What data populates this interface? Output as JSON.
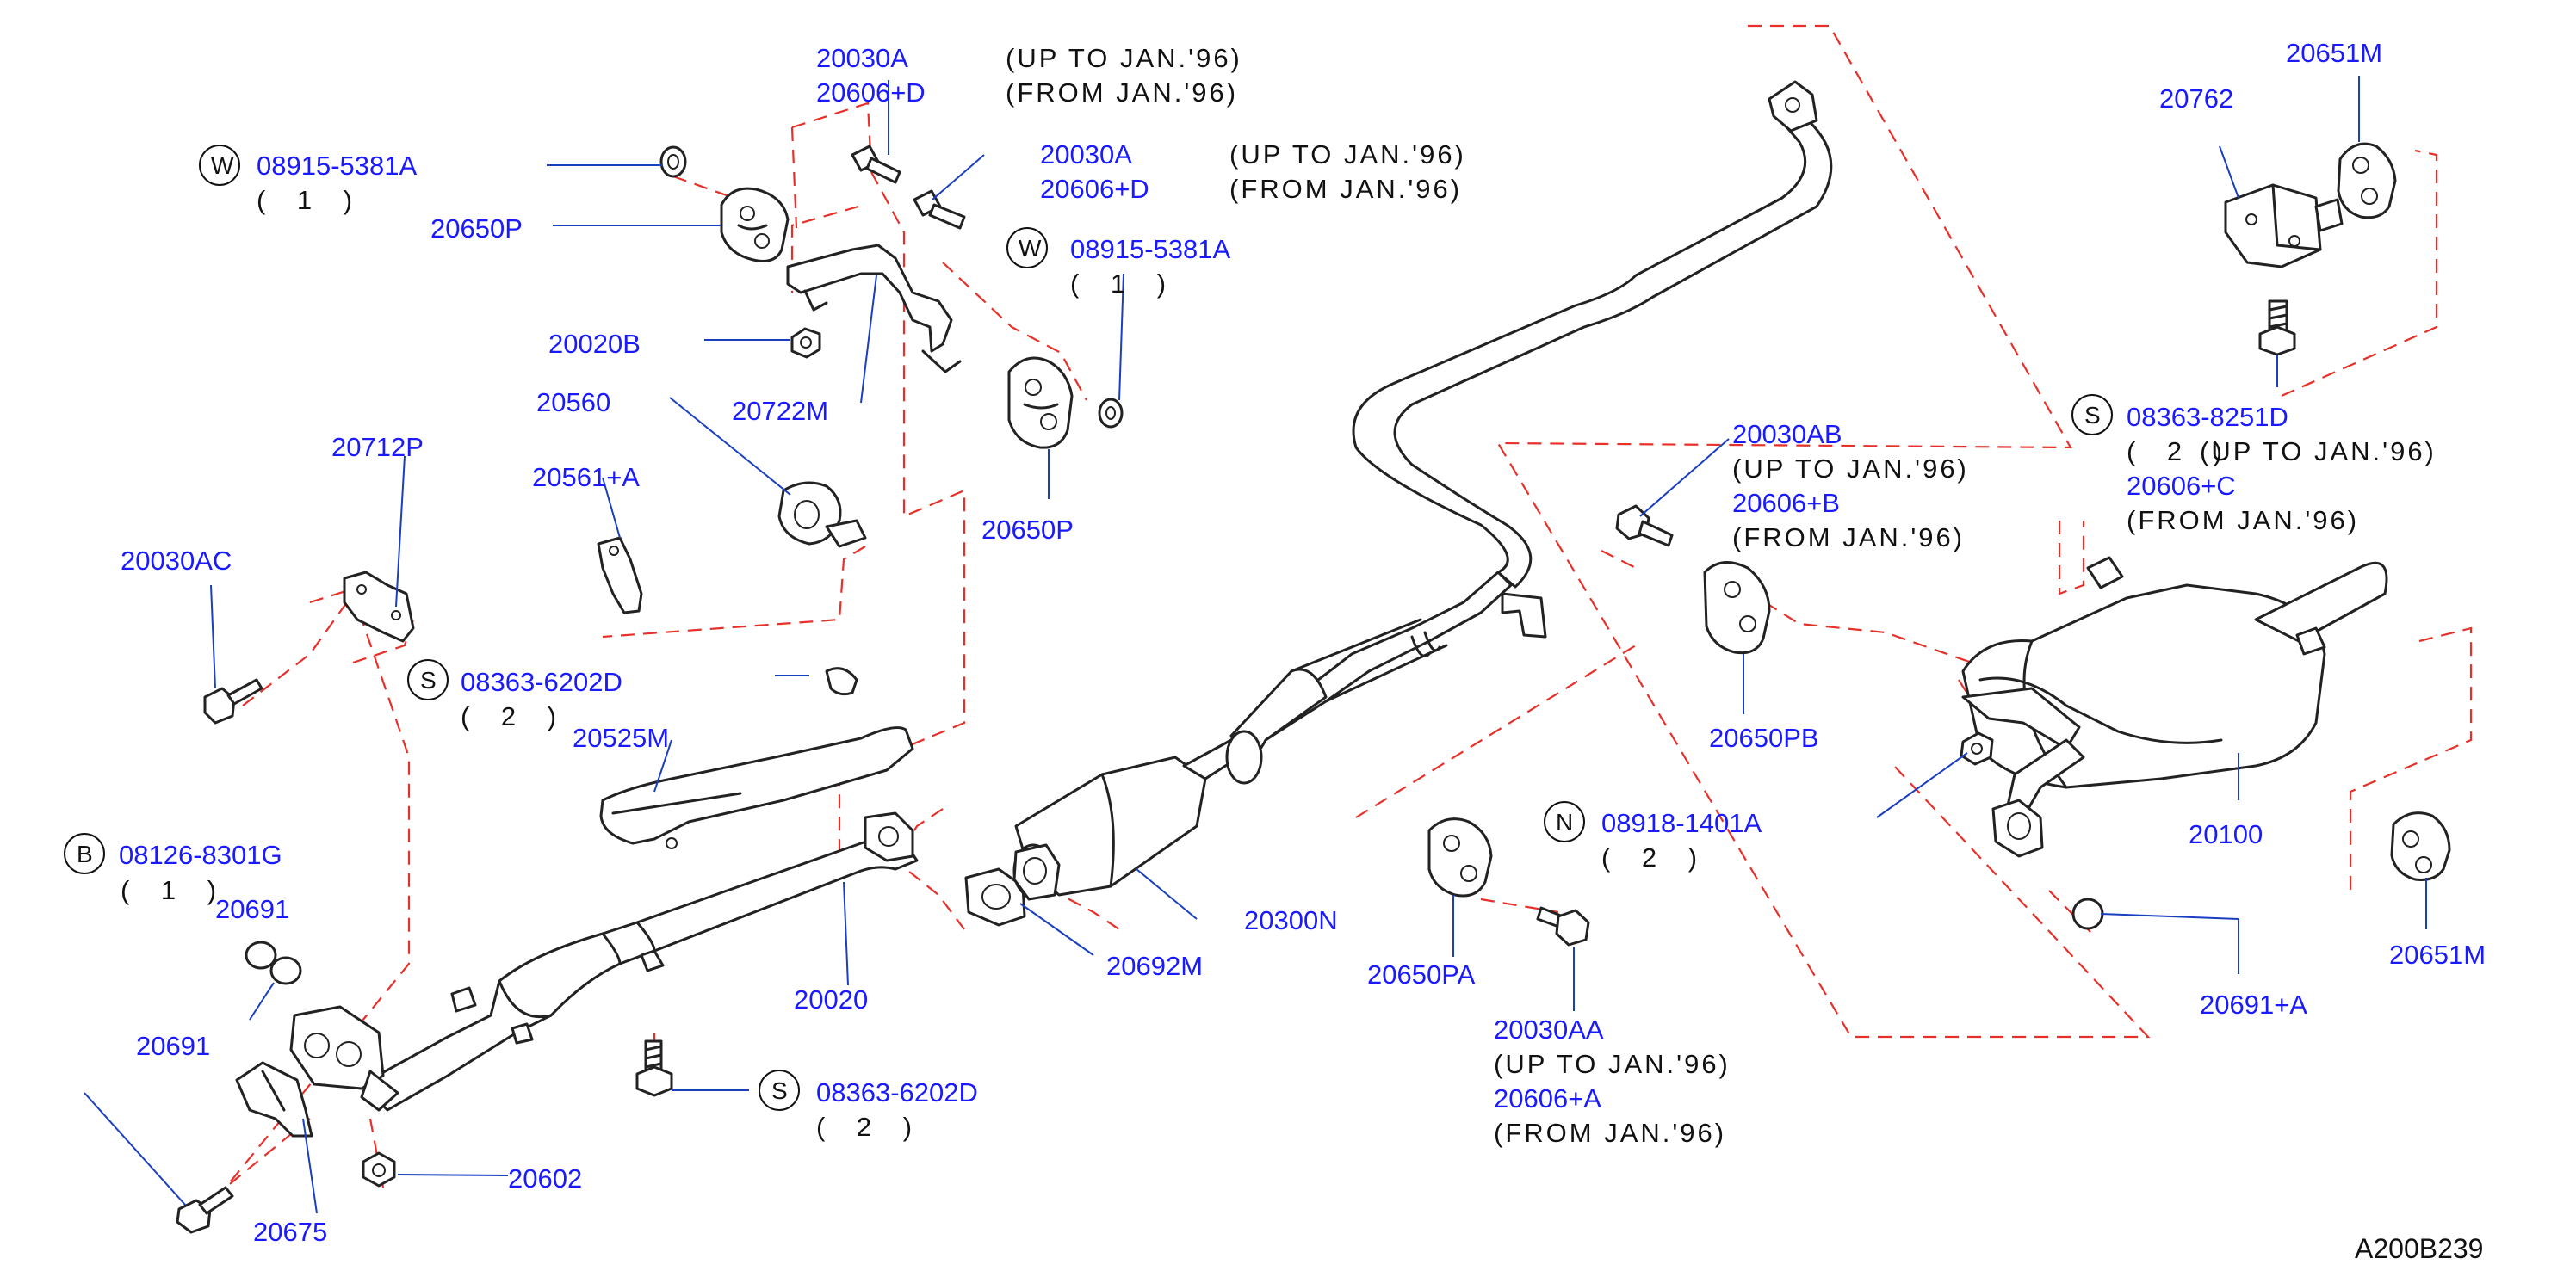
{
  "diagram_code": "A200B239",
  "parts": {
    "p20030A_top": "20030A",
    "p20606D_top": "20606+D",
    "note_up_top": "(UP  TO  JAN.'96)",
    "note_from_top": "(FROM  JAN.'96)",
    "p08915_left": "08915-5381A",
    "qty1_left": "( 1 )",
    "p20650P_left": "20650P",
    "p20030A_mid": "20030A",
    "p20606D_mid": "20606+D",
    "note_up_mid": "(UP  TO  JAN.'96)",
    "note_from_mid": "(FROM  JAN.'96)",
    "p08915_right": "08915-5381A",
    "qty1_right": "( 1 )",
    "p20020B": "20020B",
    "p20722M": "20722M",
    "p20560": "20560",
    "p20561A": "20561+A",
    "p20650P_right": "20650P",
    "p20712P": "20712P",
    "p20030AC": "20030AC",
    "p08363_6202_left": "08363-6202D",
    "qty2_left": "( 2 )",
    "p20525M": "20525M",
    "p08126": "08126-8301G",
    "qty1_b": "( 1 )",
    "p20691_a": "20691",
    "p20691_b": "20691",
    "p20675": "20675",
    "p20602": "20602",
    "p20020": "20020",
    "p08363_6202": "08363-6202D",
    "qty2_s": "( 2 )",
    "p20692M": "20692M",
    "p20300N": "20300N",
    "p20650PA": "20650PA",
    "p20030AA": "20030AA",
    "note_up_aa": "(UP  TO  JAN.'96)",
    "p20606A": "20606+A",
    "note_from_aa": "(FROM  JAN.'96)",
    "p08918": "08918-1401A",
    "qty2_n": "( 2 )",
    "p20030AB": "20030AB",
    "note_up_ab": "(UP  TO  JAN.'96)",
    "p20606B": "20606+B",
    "note_from_ab": "(FROM  JAN.'96)",
    "p20650PB": "20650PB",
    "p20762": "20762",
    "p20651M_top": "20651M",
    "p08363_8251": "08363-8251D",
    "qty2_8251": "( 2 )",
    "note_up_8251": "(UP  TO  JAN.'96)",
    "p20606C": "20606+C",
    "note_from_8251": "(FROM  JAN.'96)",
    "p20100": "20100",
    "p20691A": "20691+A",
    "p20651M_bottom": "20651M"
  },
  "symbols": {
    "washer": "W",
    "screw": "S",
    "bolt": "B",
    "nut": "N"
  },
  "colors": {
    "part_number": "#1a1aff",
    "leader": "#1a3fbf",
    "dashed": "#e8302a",
    "ink": "#222222"
  }
}
